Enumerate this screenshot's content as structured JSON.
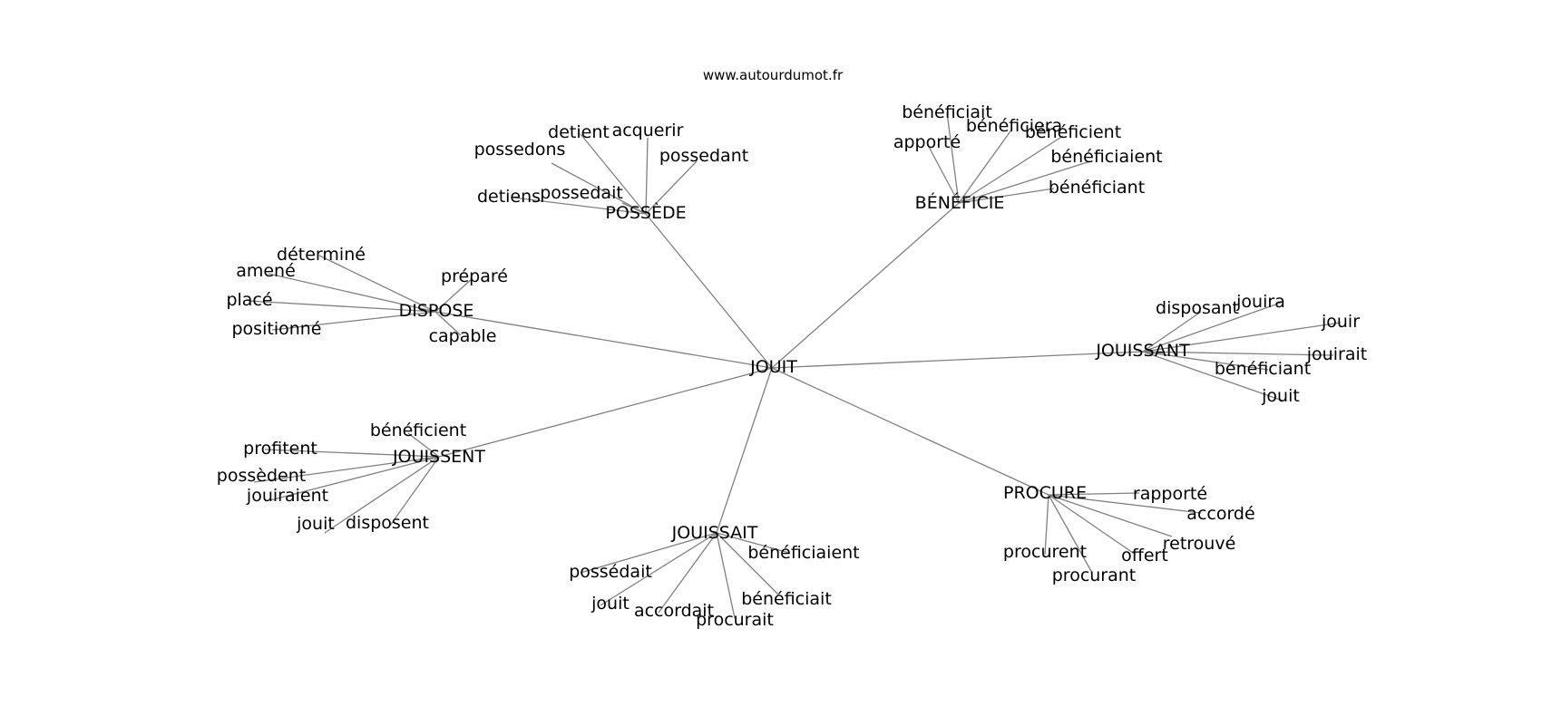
{
  "site": "www.autourdumot.fr",
  "center": "JOUIT",
  "clusters": [
    {
      "hub": "POSSÈDE",
      "leaves": [
        "detient",
        "acquerir",
        "possedons",
        "possedant",
        "possedait",
        "detiens"
      ]
    },
    {
      "hub": "BÉNÉFICIE",
      "leaves": [
        "bénéficiait",
        "bénéficiera",
        "apporté",
        "bénéficient",
        "bénéficiaient",
        "bénéficiant"
      ]
    },
    {
      "hub": "DISPOSE",
      "leaves": [
        "déterminé",
        "amené",
        "préparé",
        "placé",
        "positionné",
        "capable"
      ]
    },
    {
      "hub": "JOUISSANT",
      "leaves": [
        "disposant",
        "jouira",
        "jouir",
        "jouirait",
        "bénéficiant",
        "jouit"
      ]
    },
    {
      "hub": "JOUISSENT",
      "leaves": [
        "bénéficient",
        "profitent",
        "possèdent",
        "jouiraient",
        "jouit",
        "disposent"
      ]
    },
    {
      "hub": "JOUISSAIT",
      "leaves": [
        "bénéficiaient",
        "possédait",
        "jouit",
        "accordait",
        "bénéficiait",
        "procurait"
      ]
    },
    {
      "hub": "PROCURE",
      "leaves": [
        "rapporté",
        "accordé",
        "retrouvé",
        "procurent",
        "offert",
        "procurant"
      ]
    }
  ]
}
